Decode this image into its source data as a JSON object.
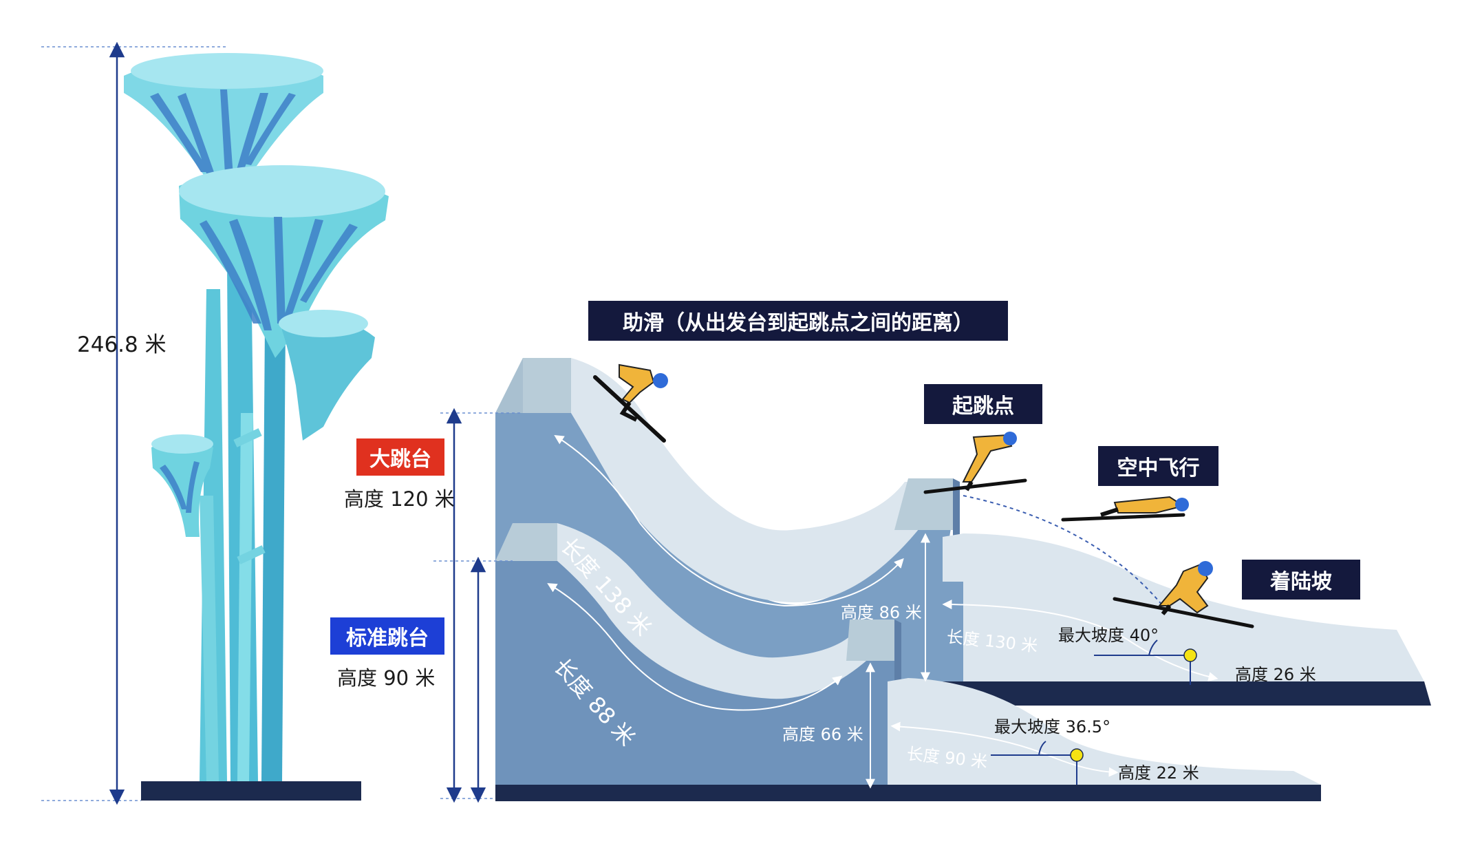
{
  "tower": {
    "height_label": "246.8 米",
    "colors": {
      "light": "#a6e6f0",
      "mid": "#6fd3e0",
      "dark": "#3aa9c7",
      "pattern": "#3e7fc7",
      "base": "#1c2a4e"
    }
  },
  "large_hill": {
    "tag": "大跳台",
    "height_label": "高度 120 米",
    "inrun_length": "长度 138 米",
    "takeoff_height": "高度 86 米",
    "landing_length": "长度 130 米",
    "max_slope": "最大坡度 40°",
    "landing_height": "高度 26 米"
  },
  "normal_hill": {
    "tag": "标准跳台",
    "height_label": "高度 90 米",
    "inrun_length": "长度 88 米",
    "takeoff_height": "高度 66 米",
    "landing_length": "长度 90 米",
    "max_slope": "最大坡度 36.5°",
    "landing_height": "高度 22 米"
  },
  "callouts": {
    "inrun": "助滑（从出发台到起跳点之间的距离）",
    "takeoff": "起跳点",
    "flight": "空中飞行",
    "landing": "着陆坡"
  },
  "colors": {
    "slope_face": "#7b9fc4",
    "snow": "#dce6ee",
    "platform": "#b8ccd8",
    "ground": "#1c2a4e",
    "dim_line": "#1e3b8c",
    "athlete_suit": "#f0b43a",
    "helmet": "#2f6bd8",
    "red_tag": "#e0311f",
    "blue_tag": "#1d3fd6",
    "navy_box": "#14193d"
  }
}
